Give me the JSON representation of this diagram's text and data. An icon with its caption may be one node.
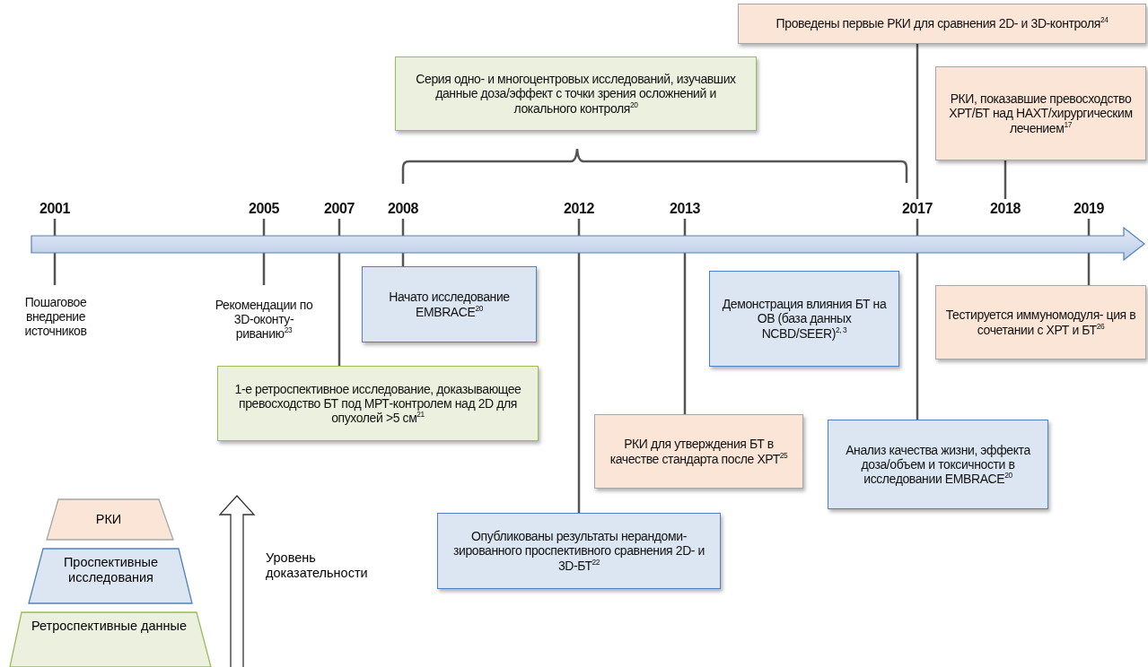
{
  "diagram": {
    "nodes": [
      {
        "text": [
          "2001"
        ]
      },
      {
        "text": [
          "2005"
        ]
      },
      {
        "text": [
          "2007"
        ]
      },
      {
        "text": [
          "2008"
        ]
      },
      {
        "text": [
          "2012"
        ]
      },
      {
        "text": [
          "2013"
        ]
      },
      {
        "text": [
          "2017"
        ]
      },
      {
        "text": [
          "2018"
        ]
      },
      {
        "text": [
          "2019"
        ]
      },
      {
        "text": [
          "Пошаговое внедрение источников"
        ]
      },
      {
        "text": [
          "Рекомендации по 3D-оконту- риванию$^{23}$"
        ]
      },
      {
        "text": [
          "1-е ретроспективное исследование, доказывающее превосходство БТ под МРТ-контролем над 2D для опухолей >5 см$^{21}$"
        ]
      },
      {
        "text": [
          "Начато исследование EMBRACE$^{20}$"
        ]
      },
      {
        "text": [
          "Серия одно- и многоцентровых исследований, изучавших данные доза/эффект с точки зрения осложнений и локального контроля$^{20}$"
        ]
      },
      {
        "text": [
          "Опубликованы результаты нерандоми- зированного проспективного сравнения 2D- и 3D-БТ$^{22}$"
        ]
      },
      {
        "text": [
          "РКИ для утверждения БТ в качестве стандарта после ХРТ$^{25}$"
        ]
      },
      {
        "text": [
          "Демонстрация влияния БТ на ОВ (база данных NCBD/SEER)$^{2, 3}$"
        ]
      },
      {
        "text": [
          "Проведены первые РКИ для сравнения 2D- и 3D-контроля$^{24}$"
        ]
      },
      {
        "text": [
          "Анализ качества жизни, эффекта доза/объем и токсичности в исследовании EMBRACE$^{20}$"
        ]
      },
      {
        "text": [
          "РКИ, показавшие превосходство ХРТ/БТ над НАХТ/хирургическим лечением$^{17}$"
        ]
      },
      {
        "text": [
          "Тестируется иммуномодуля- ция в сочетании с ХРТ и БТ$^{26}$"
        ]
      }
    ],
    "edges": [
      {
        "from": 0,
        "to": 9,
        "arrow": "none"
      },
      {
        "from": 1,
        "to": 10,
        "arrow": "none"
      },
      {
        "from": 2,
        "to": 11,
        "arrow": "none"
      },
      {
        "from": 3,
        "to": 12,
        "arrow": "none"
      },
      {
        "from": 4,
        "to": 14,
        "arrow": "none"
      },
      {
        "from": 5,
        "to": 15,
        "arrow": "none"
      },
      {
        "from": 6,
        "to": 17,
        "arrow": "none"
      },
      {
        "from": 6,
        "to": 18,
        "arrow": "none"
      },
      {
        "from": 7,
        "to": 19,
        "arrow": "none"
      },
      {
        "from": 8,
        "to": 20,
        "arrow": "none"
      }
    ],
    "labels": [
      "Уровень доказательности"
    ],
    "legend": [
      {
        "text": "РКИ",
        "color": "#fbe5d6"
      },
      {
        "text": "Проспективные исследования",
        "color": "#dce6f2"
      },
      {
        "text": "Ретроспективные данные",
        "color": "#ebf1de"
      }
    ]
  }
}
